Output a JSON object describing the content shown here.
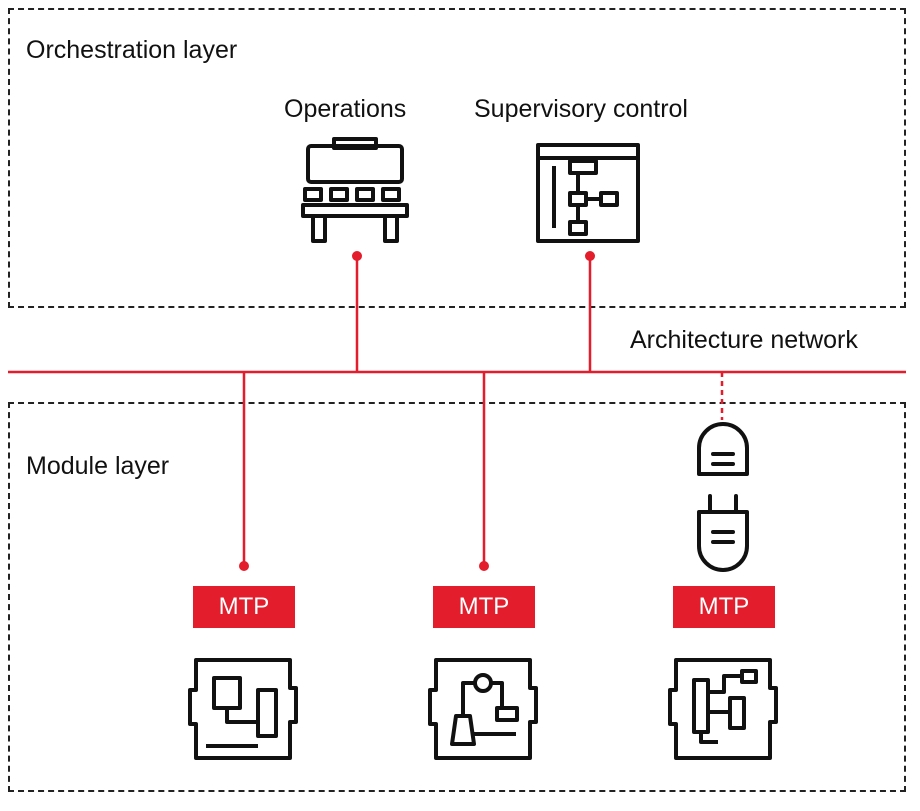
{
  "orchestration_layer": {
    "label": "Orchestration layer"
  },
  "module_layer": {
    "label": "Module layer"
  },
  "network": {
    "label": "Architecture network"
  },
  "nodes": {
    "operations": {
      "label": "Operations",
      "icon": "operations-console-icon"
    },
    "supervisory": {
      "label": "Supervisory control",
      "icon": "flowchart-window-icon"
    }
  },
  "modules": [
    {
      "tag": "MTP",
      "icon": "module-block-diagram-icon"
    },
    {
      "tag": "MTP",
      "icon": "module-process-diagram-icon"
    },
    {
      "tag": "MTP",
      "icon": "module-piping-diagram-icon"
    }
  ],
  "colors": {
    "accent": "#e31d2b",
    "stroke": "#111111"
  }
}
